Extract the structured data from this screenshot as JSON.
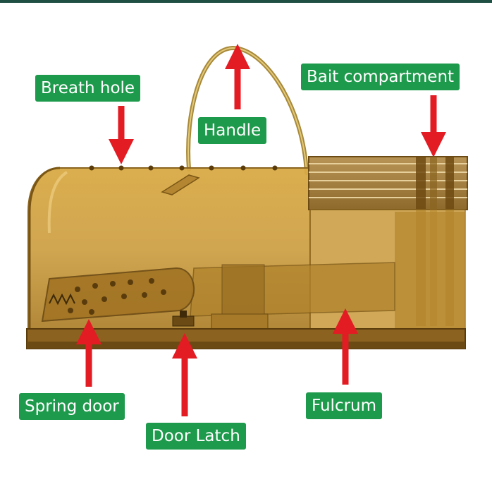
{
  "labels": {
    "breath_hole": "Breath hole",
    "handle": "Handle",
    "bait_compartment": "Bait compartment",
    "spring_door": "Spring door",
    "door_latch": "Door Latch",
    "fulcrum": "Fulcrum"
  },
  "colors": {
    "label_bg": "#1e9a4c",
    "label_text": "#ffffff",
    "arrow": "#e31b23",
    "trap_body": "#c9a04a",
    "trap_dark": "#6b4a14"
  }
}
